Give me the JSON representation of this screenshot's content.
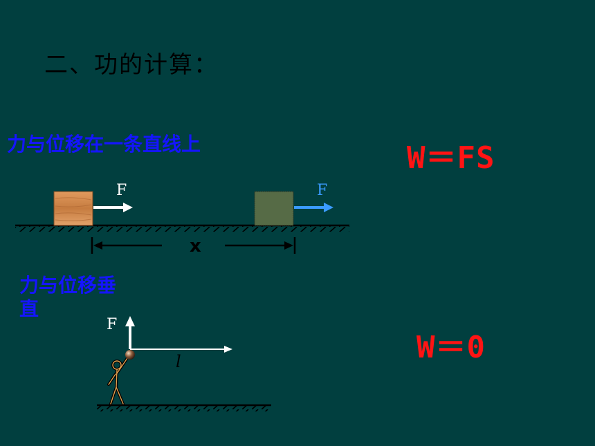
{
  "slide": {
    "title": "二、功的计算：",
    "case1": {
      "label": "力与位移在一条直线上",
      "formula": "W＝FS",
      "force_label_left": "F",
      "force_label_right": "F",
      "displacement_label": "x"
    },
    "case2": {
      "label_line1": "力与位移垂",
      "label_line2": "直",
      "formula": "W＝0",
      "force_label": "F",
      "displacement_label": "l"
    }
  },
  "colors": {
    "background": "#013f3f",
    "label_blue": "#1515ff",
    "formula_red": "#ff1414",
    "arrow_white": "#ffffff",
    "arrow_blue": "#3a9bff",
    "box_wood": "#d4894a",
    "box_dark": "#566b46"
  },
  "icons": {
    "case1_left": "wood-block-icon",
    "case1_right": "shaded-block-icon",
    "case2": "stick-figure-holding-ball-icon"
  }
}
